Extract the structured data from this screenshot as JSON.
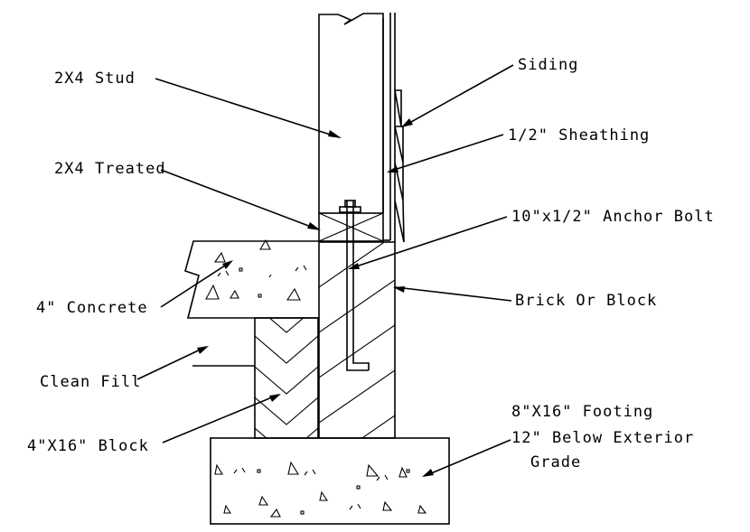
{
  "labels": {
    "stud": "2X4 Stud",
    "siding": "Siding",
    "sheathing": "1/2\" Sheathing",
    "treated": "2X4 Treated",
    "anchor_bolt": "10\"x1/2\" Anchor Bolt",
    "concrete": "4\" Concrete",
    "brick": "Brick Or Block",
    "clean_fill": "Clean Fill",
    "block": "4\"X16\" Block",
    "footing_line1": "8\"X16\" Footing",
    "footing_line2": "12\" Below Exterior",
    "footing_line3": "Grade"
  }
}
